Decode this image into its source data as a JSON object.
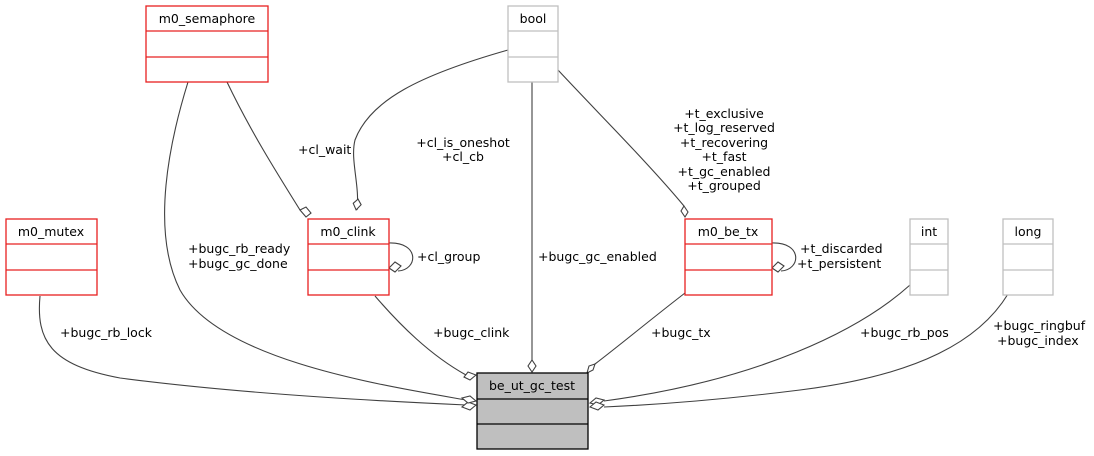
{
  "diagram": {
    "type": "collaboration",
    "main_class": {
      "name": "be_ut_gc_test"
    },
    "classes": {
      "m0_semaphore": {
        "name": "m0_semaphore",
        "kind": "struct"
      },
      "bool": {
        "name": "bool",
        "kind": "builtin"
      },
      "m0_mutex": {
        "name": "m0_mutex",
        "kind": "struct"
      },
      "m0_clink": {
        "name": "m0_clink",
        "kind": "struct"
      },
      "m0_be_tx": {
        "name": "m0_be_tx",
        "kind": "struct"
      },
      "int": {
        "name": "int",
        "kind": "builtin"
      },
      "long": {
        "name": "long",
        "kind": "builtin"
      }
    },
    "edges": {
      "mutex_main": {
        "from": "m0_mutex",
        "to": "be_ut_gc_test",
        "labels": [
          "+bugc_rb_lock"
        ]
      },
      "sem_main": {
        "from": "m0_semaphore",
        "to": "be_ut_gc_test",
        "labels": [
          "+bugc_rb_ready",
          "+bugc_gc_done"
        ]
      },
      "sem_clink": {
        "from": "m0_semaphore",
        "to": "m0_clink",
        "labels": [
          "+cl_wait"
        ]
      },
      "bool_clink": {
        "from": "bool",
        "to": "m0_clink",
        "labels": [
          "+cl_is_oneshot",
          "+cl_cb"
        ]
      },
      "clink_self": {
        "from": "m0_clink",
        "to": "m0_clink",
        "labels": [
          "+cl_group"
        ]
      },
      "clink_main": {
        "from": "m0_clink",
        "to": "be_ut_gc_test",
        "labels": [
          "+bugc_clink"
        ]
      },
      "bool_main": {
        "from": "bool",
        "to": "be_ut_gc_test",
        "labels": [
          "+bugc_gc_enabled"
        ]
      },
      "bool_tx": {
        "from": "bool",
        "to": "m0_be_tx",
        "labels": [
          "+t_exclusive",
          "+t_log_reserved",
          "+t_recovering",
          "+t_fast",
          "+t_gc_enabled",
          "+t_grouped"
        ]
      },
      "tx_self": {
        "from": "m0_be_tx",
        "to": "m0_be_tx",
        "labels": [
          "+t_discarded",
          "+t_persistent"
        ]
      },
      "tx_main": {
        "from": "m0_be_tx",
        "to": "be_ut_gc_test",
        "labels": [
          "+bugc_tx"
        ]
      },
      "int_main": {
        "from": "int",
        "to": "be_ut_gc_test",
        "labels": [
          "+bugc_rb_pos"
        ]
      },
      "long_main": {
        "from": "long",
        "to": "be_ut_gc_test",
        "labels": [
          "+bugc_ringbuf",
          "+bugc_index"
        ]
      }
    },
    "colors": {
      "struct_border": "#e82020",
      "builtin_border": "#bfbfbf",
      "main_fill": "#bfbfbf",
      "edge": "#404040"
    }
  }
}
